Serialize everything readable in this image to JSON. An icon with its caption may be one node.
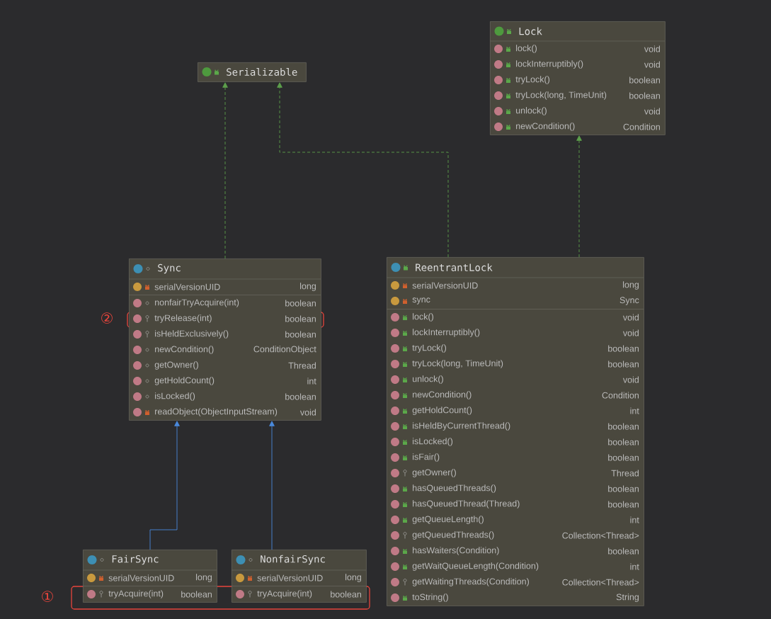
{
  "diagram": {
    "nodes": [
      {
        "text": [
          "Lock",
          "lock()",
          "void",
          "lockInterruptibly()",
          "void",
          "tryLock()",
          "boolean",
          "tryLock(long, TimeUnit)",
          "boolean",
          "unlock()",
          "void",
          "newCondition()",
          "Condition"
        ]
      },
      {
        "text": [
          "Serializable"
        ]
      },
      {
        "text": [
          "Sync",
          "serialVersionUID",
          "long",
          "nonfairTryAcquire(int)",
          "boolean",
          "tryRelease(int)",
          "boolean",
          "isHeldExclusively()",
          "boolean",
          "newCondition()",
          "ConditionObject",
          "getOwner()",
          "Thread",
          "getHoldCount()",
          "int",
          "isLocked()",
          "boolean",
          "readObject(ObjectInputStream)",
          "void"
        ]
      },
      {
        "text": [
          "ReentrantLock",
          "serialVersionUID",
          "long",
          "sync",
          "Sync",
          "lock()",
          "void",
          "lockInterruptibly()",
          "void",
          "tryLock()",
          "boolean",
          "tryLock(long, TimeUnit)",
          "boolean",
          "unlock()",
          "void",
          "newCondition()",
          "Condition",
          "getHoldCount()",
          "int",
          "isHeldByCurrentThread()",
          "boolean",
          "isLocked()",
          "boolean",
          "isFair()",
          "boolean",
          "getOwner()",
          "Thread",
          "hasQueuedThreads()",
          "boolean",
          "hasQueuedThread(Thread)",
          "boolean",
          "getQueueLength()",
          "int",
          "getQueuedThreads()",
          "Collection<Thread>",
          "hasWaiters(Condition)",
          "boolean",
          "getWaitQueueLength(Condition)",
          "int",
          "getWaitingThreads(Condition)",
          "Collection<Thread>",
          "toString()",
          "String"
        ]
      },
      {
        "text": [
          "FairSync",
          "serialVersionUID",
          "long",
          "tryAcquire(int)",
          "boolean"
        ]
      },
      {
        "text": [
          "NonfairSync",
          "serialVersionUID",
          "long",
          "tryAcquire(int)",
          "boolean"
        ]
      }
    ],
    "edges": [
      {
        "from": 2,
        "to": 1,
        "arrow": "to",
        "style": "dashed"
      },
      {
        "from": 3,
        "to": 1,
        "arrow": "to",
        "style": "dashed"
      },
      {
        "from": 3,
        "to": 0,
        "arrow": "to",
        "style": "dashed"
      },
      {
        "from": 4,
        "to": 2,
        "arrow": "to",
        "color": "#4a89dc"
      },
      {
        "from": 5,
        "to": 2,
        "arrow": "to",
        "color": "#4a89dc"
      }
    ],
    "labels": [
      "②",
      "①"
    ]
  }
}
